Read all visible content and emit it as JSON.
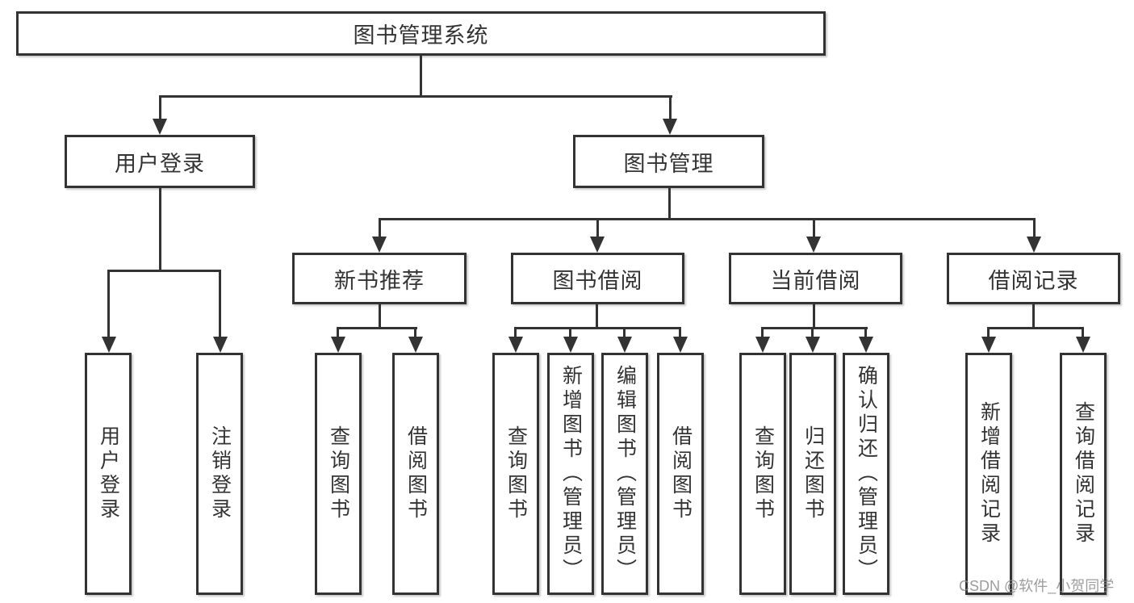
{
  "diagram": {
    "root": {
      "label": "图书管理系统"
    },
    "level2": [
      {
        "label": "用户登录"
      },
      {
        "label": "图书管理"
      }
    ],
    "level3": [
      {
        "label": "新书推荐",
        "parent": "图书管理"
      },
      {
        "label": "图书借阅",
        "parent": "图书管理"
      },
      {
        "label": "当前借阅",
        "parent": "图书管理"
      },
      {
        "label": "借阅记录",
        "parent": "图书管理"
      }
    ],
    "leaves": [
      {
        "label": "用户登录",
        "parent": "用户登录"
      },
      {
        "label": "注销登录",
        "parent": "用户登录"
      },
      {
        "label": "查询图书",
        "parent": "新书推荐"
      },
      {
        "label": "借阅图书",
        "parent": "新书推荐"
      },
      {
        "label": "查询图书",
        "parent": "图书借阅"
      },
      {
        "label": "新增图书（管理员）",
        "parent": "图书借阅"
      },
      {
        "label": "编辑图书（管理员）",
        "parent": "图书借阅"
      },
      {
        "label": "借阅图书",
        "parent": "图书借阅"
      },
      {
        "label": "查询图书",
        "parent": "当前借阅"
      },
      {
        "label": "归还图书",
        "parent": "当前借阅"
      },
      {
        "label": "确认归还（管理员）",
        "parent": "当前借阅"
      },
      {
        "label": "新增借阅记录",
        "parent": "借阅记录"
      },
      {
        "label": "查询借阅记录",
        "parent": "借阅记录"
      }
    ],
    "colors": {
      "line": "#333333",
      "box_border": "#333333",
      "box_bg": "#ffffff",
      "text": "#333333"
    }
  },
  "watermark": {
    "text": "CSDN @软件_小贺同学"
  }
}
